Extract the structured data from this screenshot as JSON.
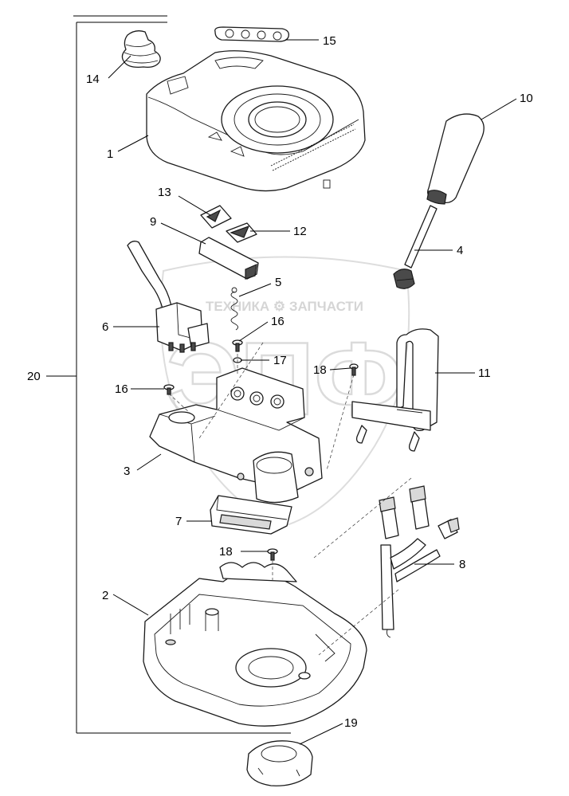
{
  "diagram": {
    "watermark": {
      "text": "ТЕХНИКА ⚙ ЗАПЧАСТИ",
      "logo": "ЭПФ"
    },
    "callouts": [
      {
        "id": "c1",
        "label": "1"
      },
      {
        "id": "c2",
        "label": "2"
      },
      {
        "id": "c3",
        "label": "3"
      },
      {
        "id": "c4",
        "label": "4"
      },
      {
        "id": "c5",
        "label": "5"
      },
      {
        "id": "c6",
        "label": "6"
      },
      {
        "id": "c7",
        "label": "7"
      },
      {
        "id": "c8",
        "label": "8"
      },
      {
        "id": "c9",
        "label": "9"
      },
      {
        "id": "c10",
        "label": "10"
      },
      {
        "id": "c11",
        "label": "11"
      },
      {
        "id": "c12",
        "label": "12"
      },
      {
        "id": "c13",
        "label": "13"
      },
      {
        "id": "c14",
        "label": "14"
      },
      {
        "id": "c15",
        "label": "15"
      },
      {
        "id": "c16a",
        "label": "16"
      },
      {
        "id": "c16b",
        "label": "16"
      },
      {
        "id": "c17",
        "label": "17"
      },
      {
        "id": "c18a",
        "label": "18"
      },
      {
        "id": "c18b",
        "label": "18"
      },
      {
        "id": "c19",
        "label": "19"
      },
      {
        "id": "c20",
        "label": "20"
      }
    ]
  }
}
